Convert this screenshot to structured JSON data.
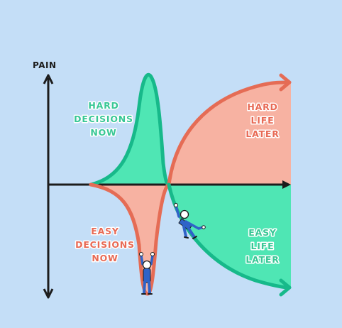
{
  "y_axis_label": "PAIN",
  "labels": {
    "hard_decisions": [
      "HARD",
      "DECISIONS",
      "NOW"
    ],
    "easy_decisions": [
      "EASY",
      "DECISIONS",
      "NOW"
    ],
    "hard_life": [
      "HARD",
      "LIFE",
      "LATER"
    ],
    "easy_life": [
      "EASY",
      "LIFE",
      "LATER"
    ]
  },
  "colors": {
    "background": "#c4def7",
    "green_fill": "#4fe6b4",
    "green_stroke": "#17b98a",
    "red_fill": "#f7b2a2",
    "red_stroke": "#e56c55",
    "axis": "#1c1c1c",
    "figure_blue": "#2f63c8"
  },
  "figures": [
    "person-at-bottom-icon",
    "person-climbing-icon"
  ]
}
